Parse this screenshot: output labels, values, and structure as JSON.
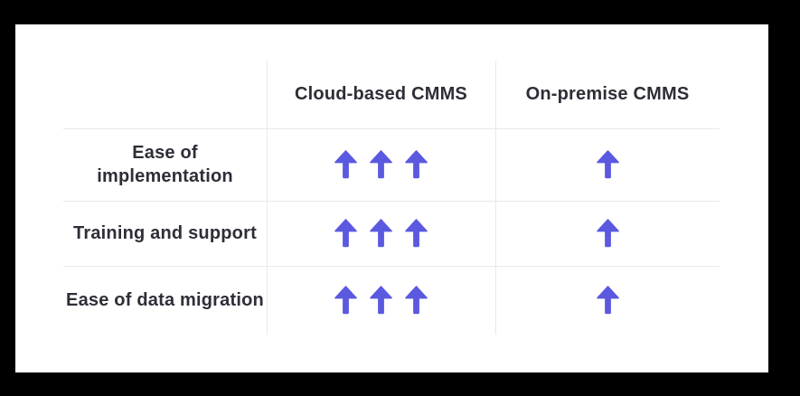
{
  "table": {
    "header": {
      "col1": "",
      "col2": "Cloud-based CMMS",
      "col3": "On-premise CMMS"
    },
    "rows": [
      {
        "label": "Ease of\nimplementation",
        "cloud_arrow_count": 3,
        "onprem_arrow_count": 1
      },
      {
        "label": "Training and support",
        "cloud_arrow_count": 3,
        "onprem_arrow_count": 1
      },
      {
        "label": "Ease of data migration",
        "cloud_arrow_count": 3,
        "onprem_arrow_count": 1
      }
    ]
  },
  "icons": {
    "rating_icon": "up-arrow-icon"
  },
  "colors": {
    "page_bg": "#000000",
    "card_bg": "#ffffff",
    "grid_line": "#e9e9ec",
    "text": "#2e2e38",
    "arrow": "#5b59e0"
  },
  "chart_data": {
    "type": "table",
    "columns": [
      "Cloud-based CMMS",
      "On-premise CMMS"
    ],
    "row_labels": [
      "Ease of implementation",
      "Training and support",
      "Ease of data migration"
    ],
    "values": [
      [
        3,
        1
      ],
      [
        3,
        1
      ],
      [
        3,
        1
      ]
    ],
    "value_encoding": "count of up arrows (higher is better)"
  }
}
